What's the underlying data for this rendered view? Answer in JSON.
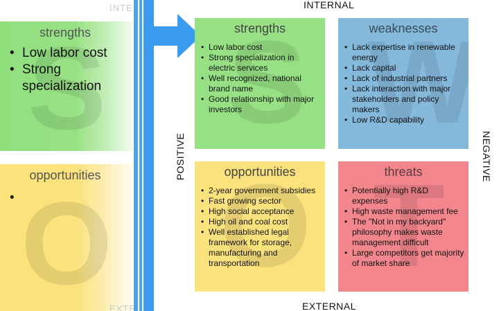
{
  "ghost_panel": {
    "label_top": "INTE",
    "label_bottom": "EXTE",
    "strengths": {
      "title": "strengths",
      "letter": "S",
      "items": [
        "Low labor cost",
        "Strong specialization"
      ]
    },
    "opportunities": {
      "title": "opportunities",
      "letter": "O",
      "bullet": "•"
    }
  },
  "axes": {
    "top": "INTERNAL",
    "bottom": "EXTERNAL",
    "left": "POSITIVE",
    "right": "NEGATIVE"
  },
  "colors": {
    "strengths": "#97e184",
    "weaknesses": "#85b9dc",
    "opportunities": "#fbe27c",
    "threats": "#f2868c",
    "arrow": "#3a9bef"
  },
  "quadrants": {
    "strengths": {
      "title": "strengths",
      "letter": "S",
      "items": [
        "Low labor cost",
        "Strong specialization in electric services",
        "Well recognized, national brand name",
        "Good relationship with major investors"
      ]
    },
    "weaknesses": {
      "title": "weaknesses",
      "letter": "W",
      "items": [
        "Lack expertise in renewable energy",
        "Lack capital",
        "Lack of industrial partners",
        "Lack interaction with major stakeholders and policy makers",
        "Low R&D capability"
      ]
    },
    "opportunities": {
      "title": "opportunities",
      "letter": "O",
      "items": [
        "2-year government subsidies",
        "Fast growing sector",
        "High social acceptance",
        "High oil and coal cost",
        "Well established legal framework for storage, manufacturing and transportation"
      ]
    },
    "threats": {
      "title": "threats",
      "letter": "T",
      "items": [
        "Potentially high R&D expenses",
        "High waste management fee",
        "The \"Not in my backyard\" philosophy makes waste management difficult",
        "Large competitors get majority of market share"
      ]
    }
  }
}
